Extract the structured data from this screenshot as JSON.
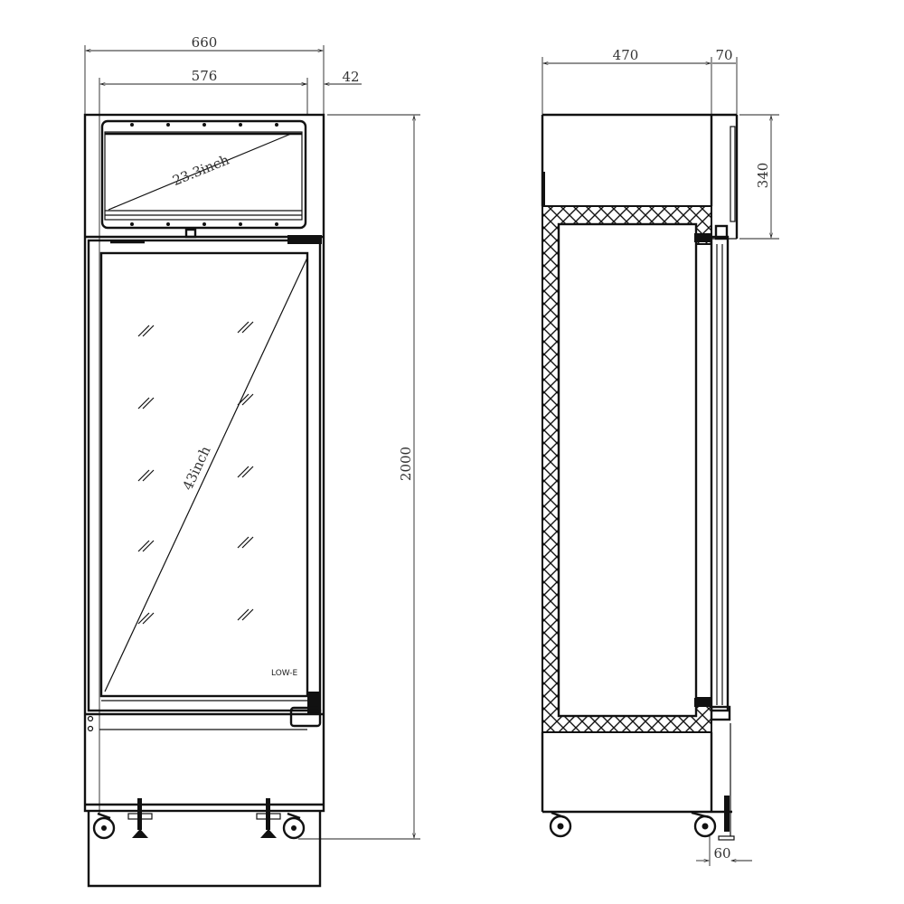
{
  "front_view": {
    "dim_overall_width": "660",
    "dim_inner_width": "576",
    "dim_side_offset": "42",
    "dim_overall_height": "2000",
    "screen_diagonal": "23.3inch",
    "door_diagonal": "43inch",
    "glass_label": "LOW-E"
  },
  "side_view": {
    "dim_depth": "470",
    "dim_door_depth": "70",
    "dim_top_height": "340",
    "dim_caster_offset": "60"
  },
  "colors": {
    "line": "#111111",
    "background": "#ffffff"
  }
}
